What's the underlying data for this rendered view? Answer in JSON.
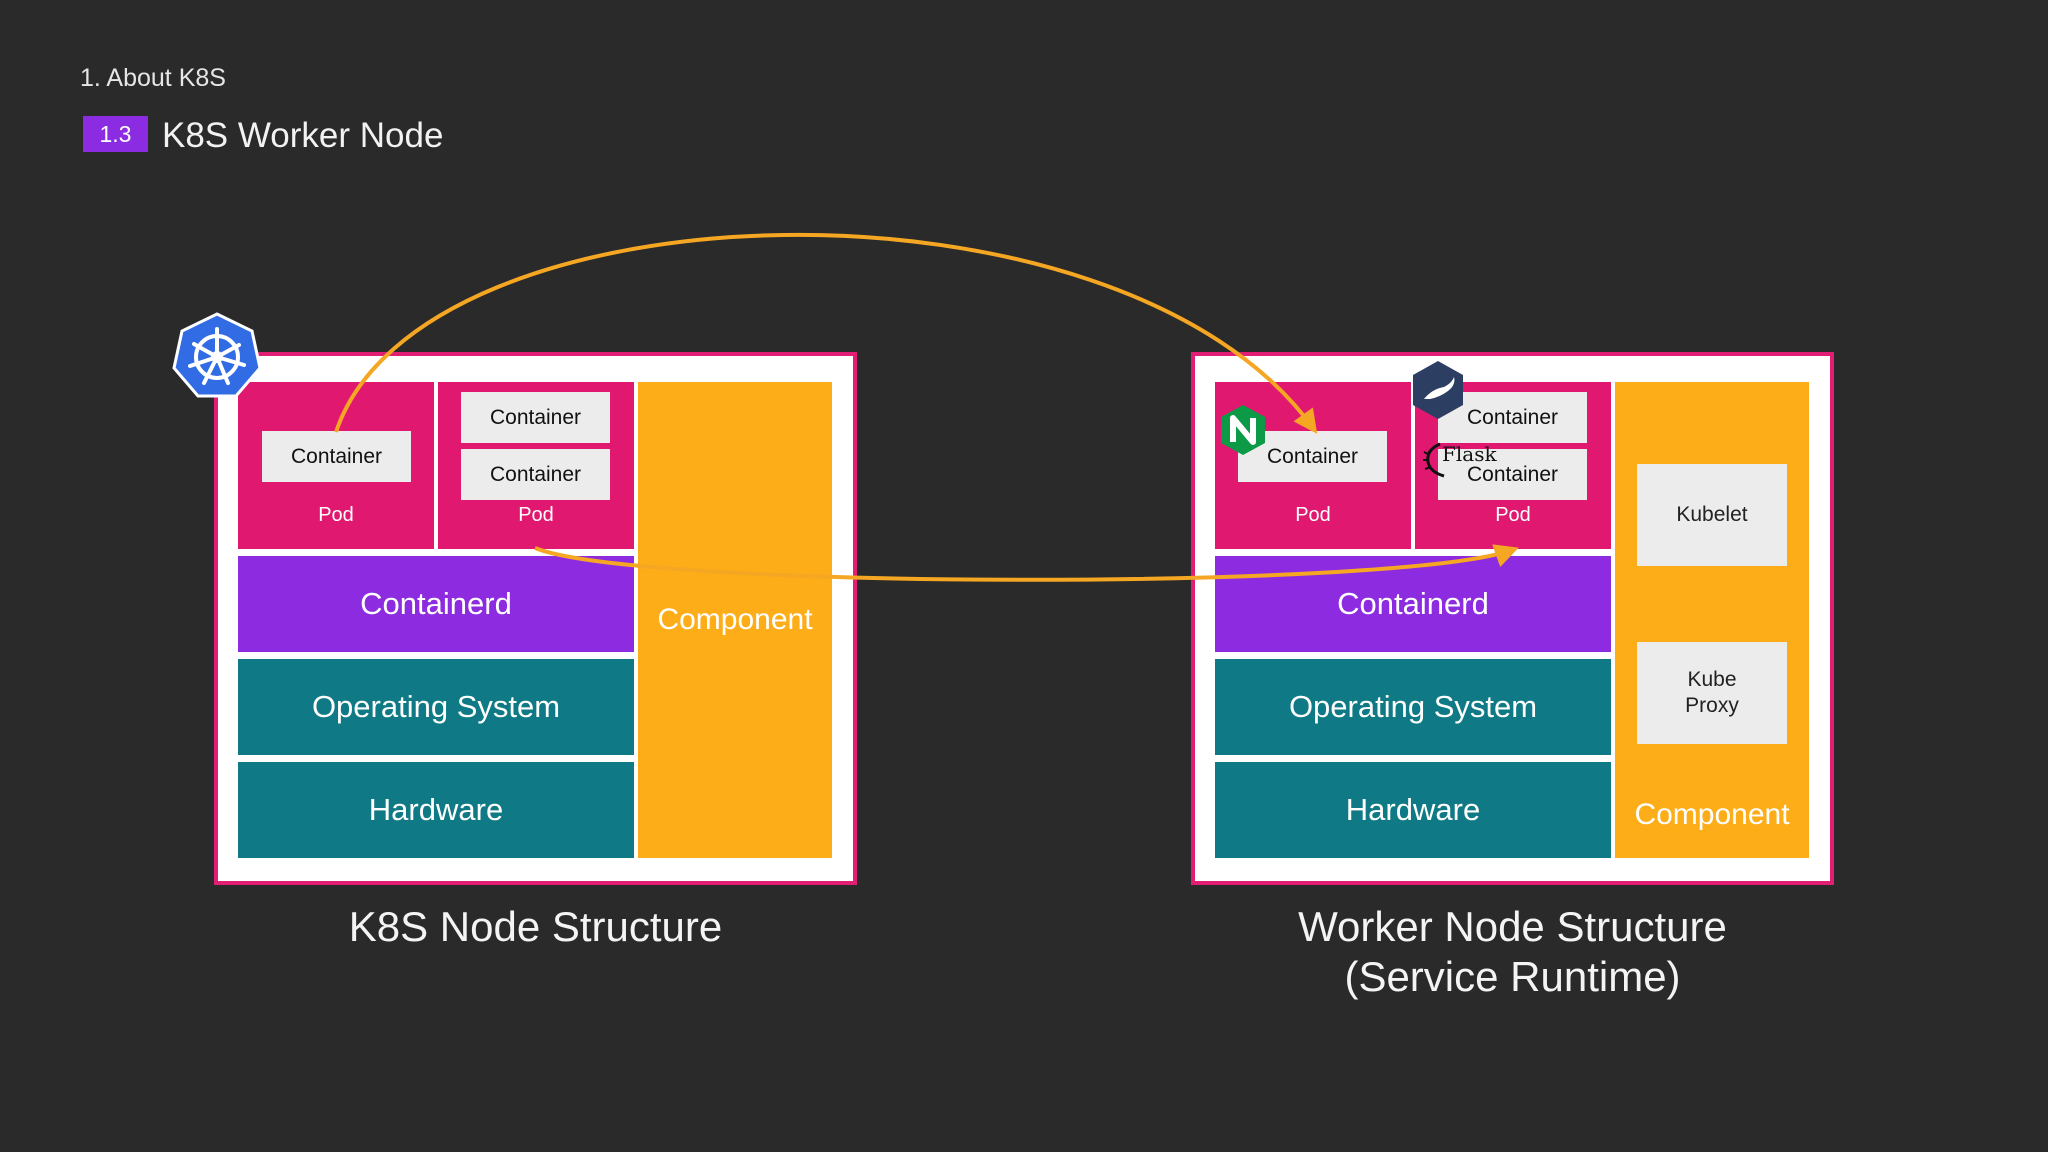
{
  "header": {
    "section": "1. About K8S",
    "badge": "1.3",
    "title": "K8S Worker Node"
  },
  "left_node": {
    "caption": "K8S Node Structure",
    "pod1": {
      "container": "Container",
      "label": "Pod"
    },
    "pod2": {
      "container_top": "Container",
      "container_bottom": "Container",
      "label": "Pod"
    },
    "containerd": "Containerd",
    "os": "Operating System",
    "hardware": "Hardware",
    "component": "Component"
  },
  "right_node": {
    "caption_line1": "Worker Node Structure",
    "caption_line2": "(Service Runtime)",
    "pod1": {
      "container": "Container",
      "label": "Pod"
    },
    "pod2": {
      "container_top": "Container",
      "container_bottom": "Container",
      "label": "Pod"
    },
    "flask_text": "Flask",
    "containerd": "Containerd",
    "os": "Operating System",
    "hardware": "Hardware",
    "component": "Component",
    "kubelet": "Kubelet",
    "kube_proxy": "Kube\nProxy"
  },
  "icons": {
    "kubernetes": "kubernetes-helm-icon",
    "nginx": "nginx-icon",
    "mariadb": "mariadb-seal-icon",
    "flask": "flask-icon"
  },
  "colors": {
    "background": "#2a2a2a",
    "frame_border": "#e21e74",
    "pod": "#e0186f",
    "containerd": "#8d2be0",
    "os_hardware": "#0f7a85",
    "component": "#fdad17",
    "arrow": "#f5a623",
    "badge": "#8b2be2"
  }
}
